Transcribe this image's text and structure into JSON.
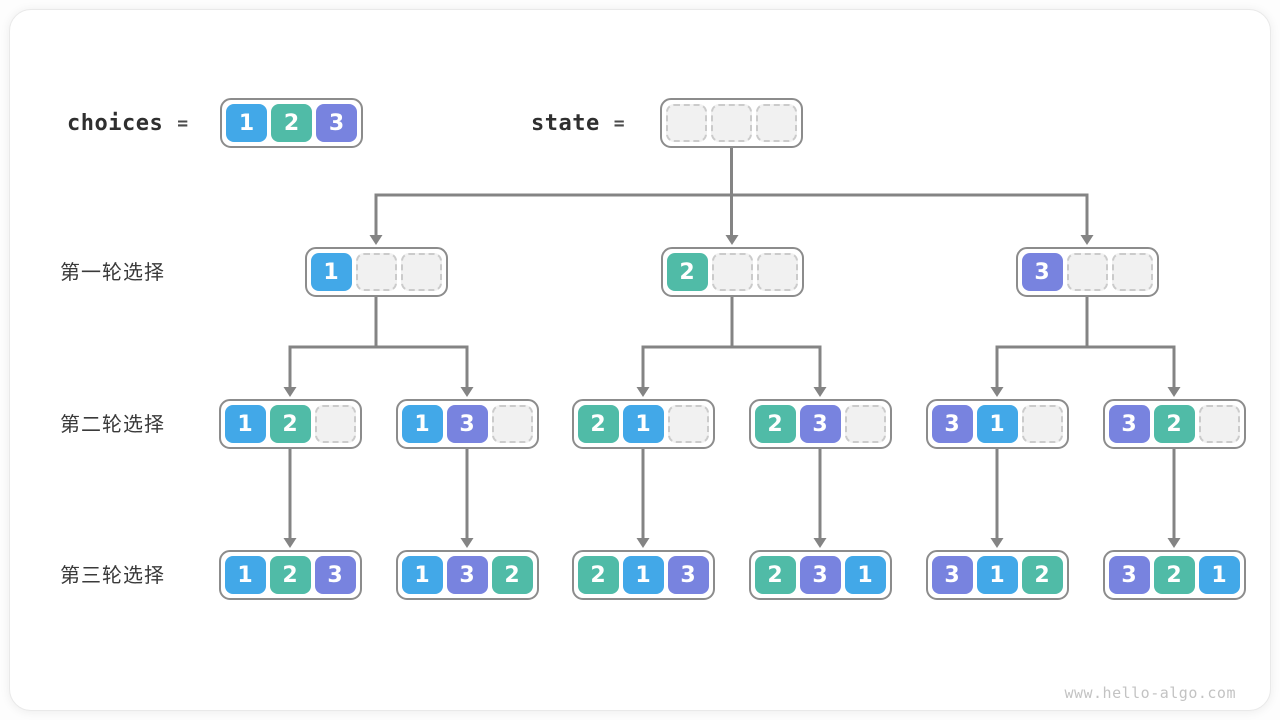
{
  "header": {
    "choices_label": "choices",
    "state_label": "state",
    "equals": "=",
    "choices": [
      1,
      2,
      3
    ],
    "state": [
      null,
      null,
      null
    ]
  },
  "rows": [
    {
      "label": "第一轮选择",
      "boxes": [
        [
          1,
          null,
          null
        ],
        [
          2,
          null,
          null
        ],
        [
          3,
          null,
          null
        ]
      ]
    },
    {
      "label": "第二轮选择",
      "boxes": [
        [
          1,
          2,
          null
        ],
        [
          1,
          3,
          null
        ],
        [
          2,
          1,
          null
        ],
        [
          2,
          3,
          null
        ],
        [
          3,
          1,
          null
        ],
        [
          3,
          2,
          null
        ]
      ]
    },
    {
      "label": "第三轮选择",
      "boxes": [
        [
          1,
          2,
          3
        ],
        [
          1,
          3,
          2
        ],
        [
          2,
          1,
          3
        ],
        [
          2,
          3,
          1
        ],
        [
          3,
          1,
          2
        ],
        [
          3,
          2,
          1
        ]
      ]
    }
  ],
  "footer": {
    "watermark": "www.hello-algo.com"
  },
  "colors": {
    "value1": "#42a8e8",
    "value2": "#50bba7",
    "value3": "#7883df",
    "empty_fill": "#f1f1f1",
    "empty_border": "#cbcbcb",
    "box_border": "#8c8c8c",
    "connector": "#848484"
  }
}
